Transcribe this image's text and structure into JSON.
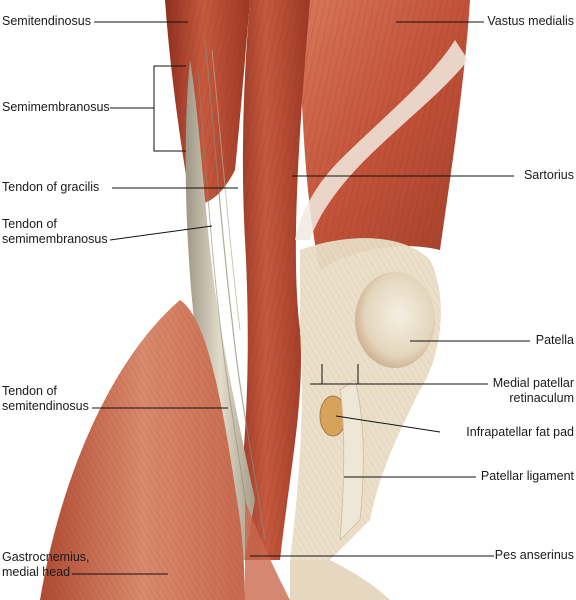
{
  "labels": {
    "semitendinosus": "Semitendinosus",
    "semimembranosus": "Semimembranosus",
    "tendon_gracilis": "Tendon of gracilis",
    "tendon_semimembranosus_1": "Tendon of",
    "tendon_semimembranosus_2": "semimembranosus",
    "tendon_semitendinosus_1": "Tendon of",
    "tendon_semitendinosus_2": "semitendinosus",
    "gastrocnemius_1": "Gastrocnemius,",
    "gastrocnemius_2": "medial head",
    "vastus_medialis": "Vastus medialis",
    "sartorius": "Sartorius",
    "patella": "Patella",
    "medial_patellar_1": "Medial patellar",
    "medial_patellar_2": "retinaculum",
    "infrapatellar_fat_pad": "Infrapatellar fat pad",
    "patellar_ligament": "Patellar ligament",
    "pes_anserinus": "Pes anserinus"
  },
  "colors": {
    "muscle_dark": "#8e2f1f",
    "muscle": "#c0533a",
    "muscle_light": "#e0876a",
    "tendon": "#d8d2c0",
    "tendon_shade": "#9f9684",
    "fascia": "#eee6d6",
    "fat_pad": "#d7a35b",
    "leader_line": "#111111"
  }
}
